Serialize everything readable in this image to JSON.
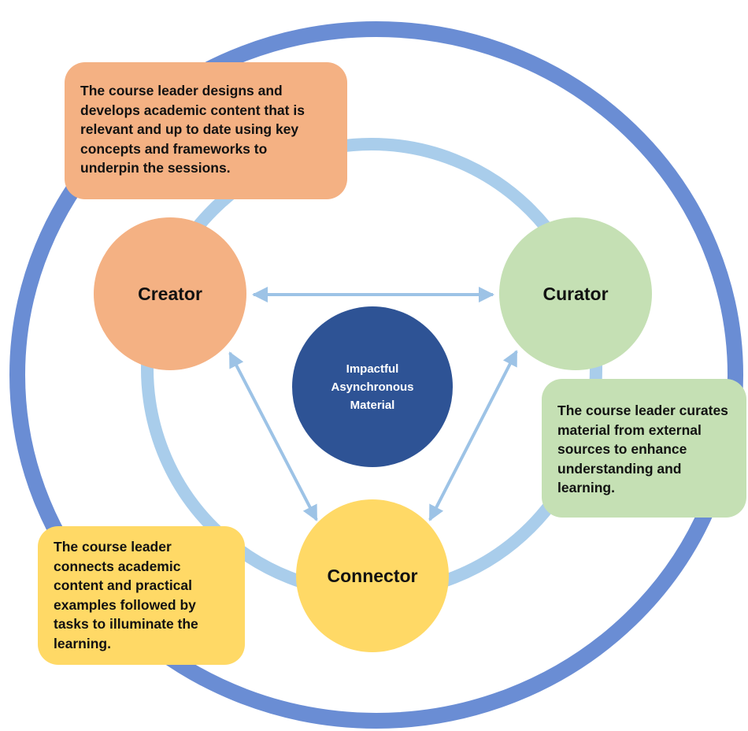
{
  "center": {
    "lines": [
      "Impactful",
      "Asynchronous",
      "Material"
    ],
    "color": "#2E5395"
  },
  "nodes": {
    "creator": {
      "label": "Creator",
      "color": "#F4B183"
    },
    "curator": {
      "label": "Curator",
      "color": "#C5E0B4"
    },
    "connector": {
      "label": "Connector",
      "color": "#FFD966"
    }
  },
  "boxes": {
    "creator": {
      "color": "#F4B183",
      "lines": [
        "The course leader designs and",
        "develops academic content that is",
        "relevant and up to date using key",
        "concepts and frameworks to",
        "underpin the sessions."
      ]
    },
    "curator": {
      "color": "#C5E0B4",
      "lines": [
        "The course leader curates",
        "material from external",
        "sources to enhance",
        "understanding and",
        "learning."
      ]
    },
    "connector": {
      "color": "#FFD966",
      "lines": [
        "The course leader",
        "connects academic",
        "content and practical",
        "examples followed by",
        "tasks to illuminate the",
        "learning."
      ]
    }
  },
  "colors": {
    "outer_ring": "#6A8DD4",
    "inner_ring": "#A9CDEB",
    "arrows": "#9DC3E6"
  }
}
